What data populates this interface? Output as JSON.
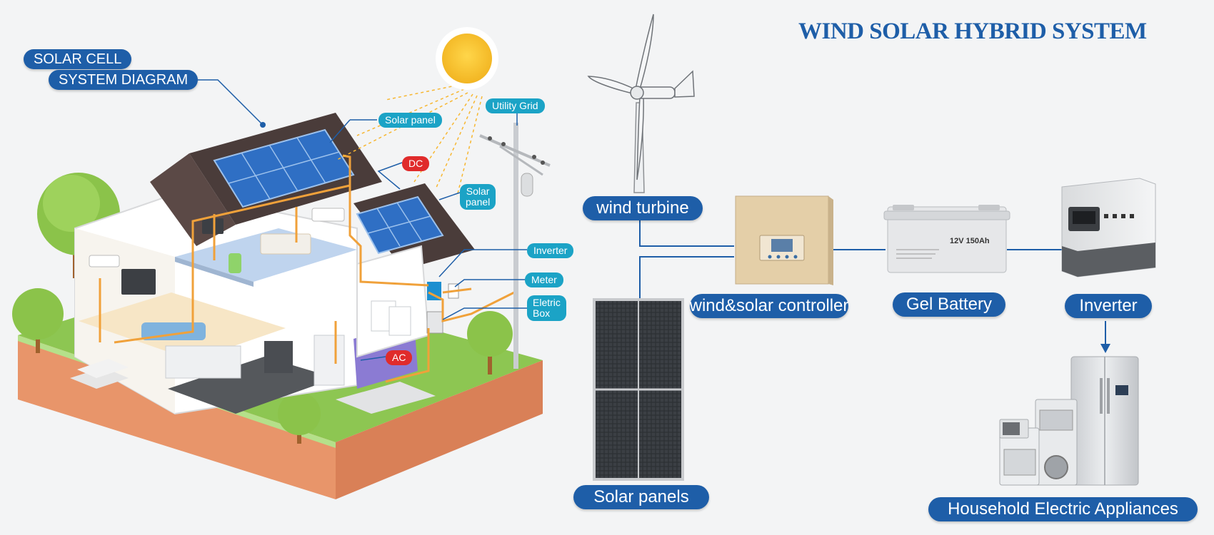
{
  "header": {
    "title": "WIND SOLAR HYBRID SYSTEM"
  },
  "left_diagram": {
    "heading_line1": "SOLAR CELL",
    "heading_line2": "SYSTEM DIAGRAM",
    "labels": {
      "solar_panel_roof": "Solar panel",
      "dc": "DC",
      "solar_panel_lower_1": "Solar",
      "solar_panel_lower_2": "panel",
      "utility_grid": "Utility Grid",
      "inverter": "Inverter",
      "meter": "Meter",
      "electric_box_1": "Eletric",
      "electric_box_2": "Box",
      "ac": "AC"
    }
  },
  "components": {
    "wind_turbine": "wind turbine",
    "controller": "wind&solar controller",
    "battery": "Gel Battery",
    "inverter": "Inverter",
    "solar_panels": "Solar panels",
    "appliances": "Household Electric Appliances"
  },
  "battery_print": {
    "rating": "12V 150Ah"
  },
  "colors": {
    "accent_blue": "#1e5ea8",
    "label_cyan": "#1ba3c6",
    "label_red": "#e02b2b",
    "wire_orange": "#f0a13a",
    "sun_yellow": "#f7c22f"
  }
}
